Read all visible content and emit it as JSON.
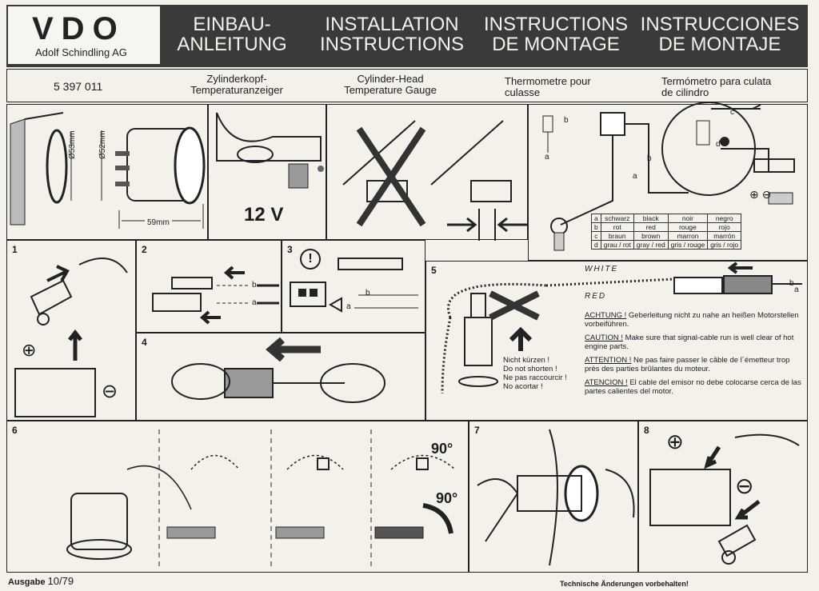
{
  "header": {
    "brand": "VDO",
    "brand_sub": "Adolf Schindling AG",
    "titles": [
      {
        "line1": "EINBAU-",
        "line2": "ANLEITUNG"
      },
      {
        "line1": "INSTALLATION",
        "line2": "INSTRUCTIONS"
      },
      {
        "line1": "INSTRUCTIONS",
        "line2": "DE MONTAGE"
      },
      {
        "line1": "INSTRUCCIONES",
        "line2": "DE MONTAJE"
      }
    ]
  },
  "product": {
    "part_no": "5 397 011",
    "de": {
      "line1": "Zylinderkopf-",
      "line2": "Temperaturanzeiger"
    },
    "en": {
      "line1": "Cylinder-Head",
      "line2": "Temperature  Gauge"
    },
    "fr": {
      "line1": "Thermometre pour",
      "line2": "culasse"
    },
    "es": {
      "line1": "Termómetro para culata",
      "line2": "de cilindro"
    }
  },
  "dimensions": {
    "d1": "Ø53mm",
    "d2": "Ø52mm",
    "depth": "59mm",
    "voltage": "12 V"
  },
  "wiring": {
    "labels": {
      "a": "a",
      "b": "b",
      "c": "c",
      "d": "d"
    },
    "rows": [
      [
        "a",
        "schwarz",
        "black",
        "noir",
        "negro"
      ],
      [
        "b",
        "rot",
        "red",
        "rouge",
        "rojo"
      ],
      [
        "c",
        "braun",
        "brown",
        "marron",
        "marrón"
      ],
      [
        "d",
        "grau / rot",
        "gray / red",
        "gris / rouge",
        "gris / rojo"
      ]
    ]
  },
  "steps": {
    "s1": "1",
    "s2": "2",
    "s3": "3",
    "s4": "4",
    "s5": "5",
    "s6": "6",
    "s7": "7",
    "s8": "8"
  },
  "step5": {
    "white": "WHITE",
    "red": "RED",
    "do_not_shorten": [
      "Nicht kürzen !",
      "Do not shorten !",
      "Ne pas raccourcir !",
      "No acortar !"
    ],
    "warnings": [
      {
        "head": "ACHTUNG !",
        "text": "Geberleitung nicht zu nahe an heißen Motorstellen vorbeiführen."
      },
      {
        "head": "CAUTION !",
        "text": "Make sure that signal-cable run is well clear of hot engine parts."
      },
      {
        "head": "ATTENTION !",
        "text": "Ne pas faire passer le câble de l´émetteur trop près des parties brûlantes du moteur."
      },
      {
        "head": "ATENCION !",
        "text": "El cable del emisor no debe colocarse cerca de las partes calientes del motor."
      }
    ]
  },
  "step6": {
    "angle1": "90°",
    "angle2": "90°"
  },
  "footer": {
    "edition_label": "Ausgabe",
    "edition": "10/79",
    "notice": "Technische Änderungen vorbehalten!"
  }
}
